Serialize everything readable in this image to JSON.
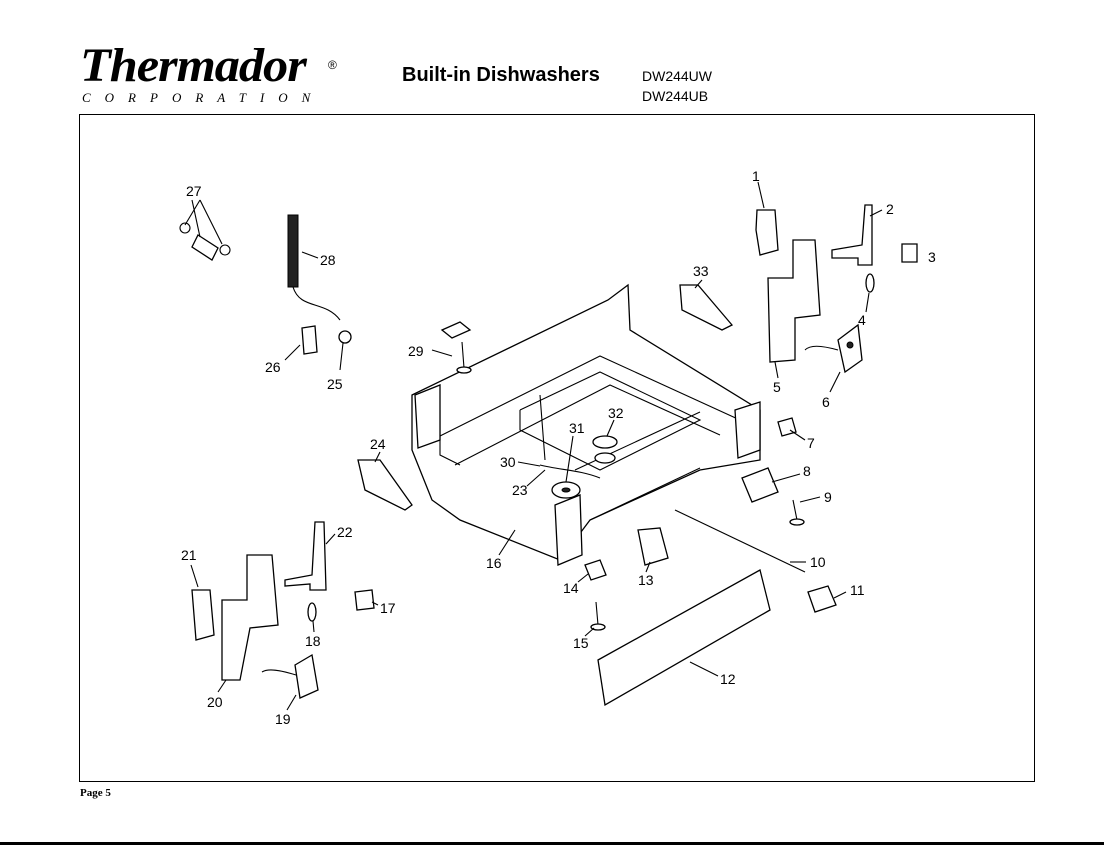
{
  "header": {
    "brand": "Thermador",
    "registered": "®",
    "corporation": "CORPORATION",
    "title": "Built-in Dishwashers",
    "models": [
      "DW244UW",
      "DW244UB"
    ]
  },
  "footer": {
    "page": "Page 5"
  },
  "callouts": [
    "1",
    "2",
    "3",
    "4",
    "5",
    "6",
    "7",
    "8",
    "9",
    "10",
    "11",
    "12",
    "13",
    "14",
    "15",
    "16",
    "17",
    "18",
    "19",
    "20",
    "21",
    "22",
    "23",
    "24",
    "25",
    "26",
    "27",
    "28",
    "29",
    "30",
    "31",
    "32",
    "33"
  ]
}
